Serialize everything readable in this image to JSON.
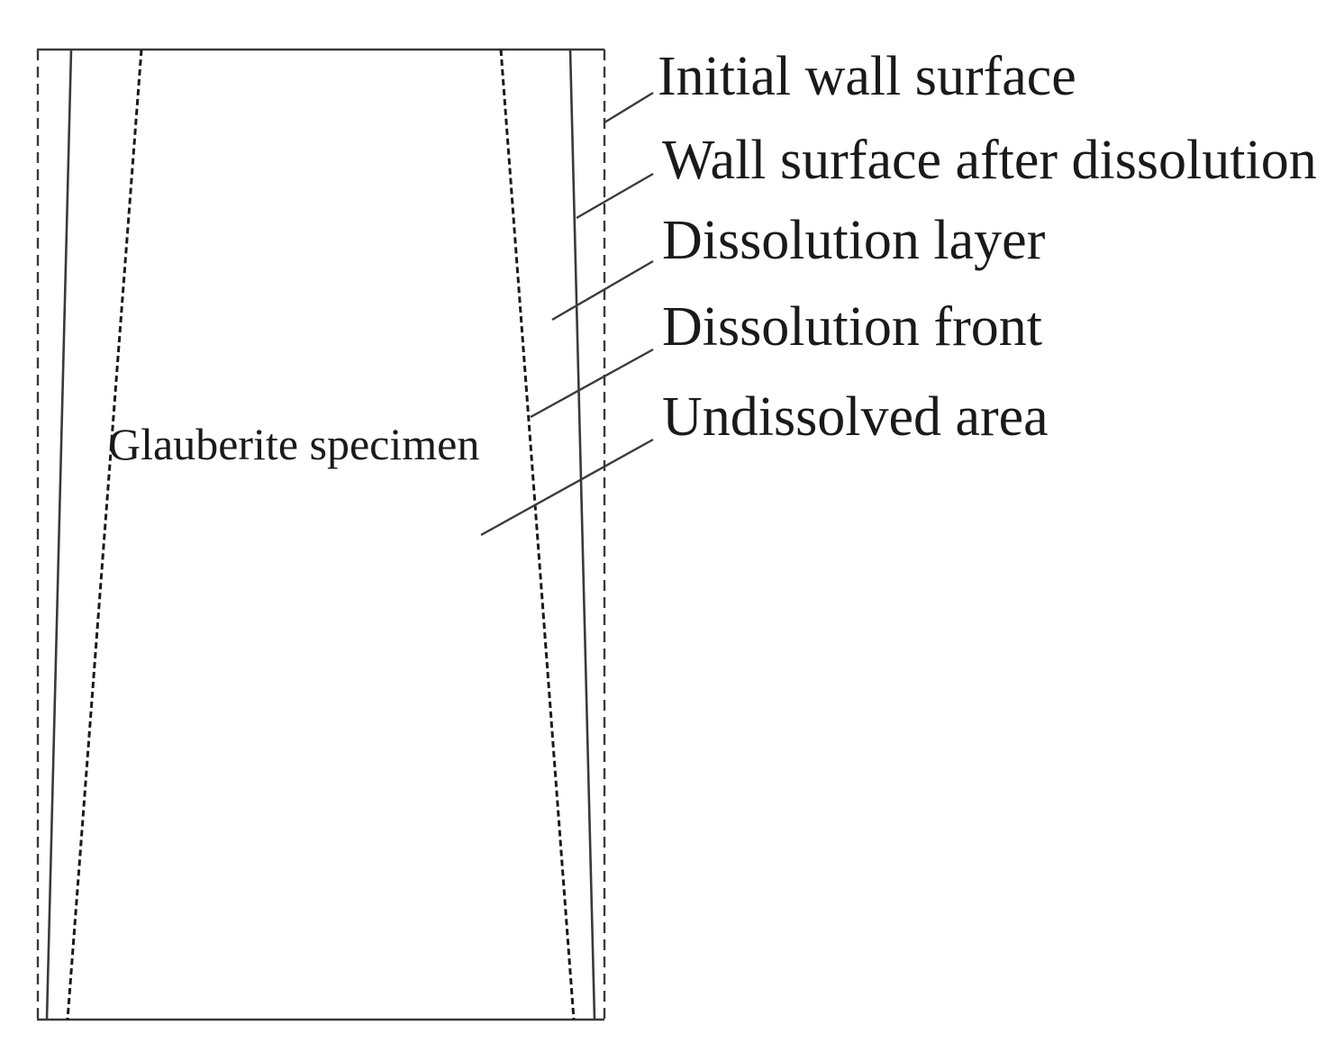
{
  "specimen": {
    "label": "Glauberite specimen"
  },
  "legend": {
    "initial_wall_surface": "Initial wall surface",
    "wall_surface_after_dissolution": "Wall surface after dissolution",
    "dissolution_layer": "Dissolution layer",
    "dissolution_front": "Dissolution front",
    "undissolved_area": "Undissolved area"
  },
  "colors": {
    "line": "#3a3a3a",
    "text": "#1a1a1a",
    "background": "#ffffff"
  }
}
